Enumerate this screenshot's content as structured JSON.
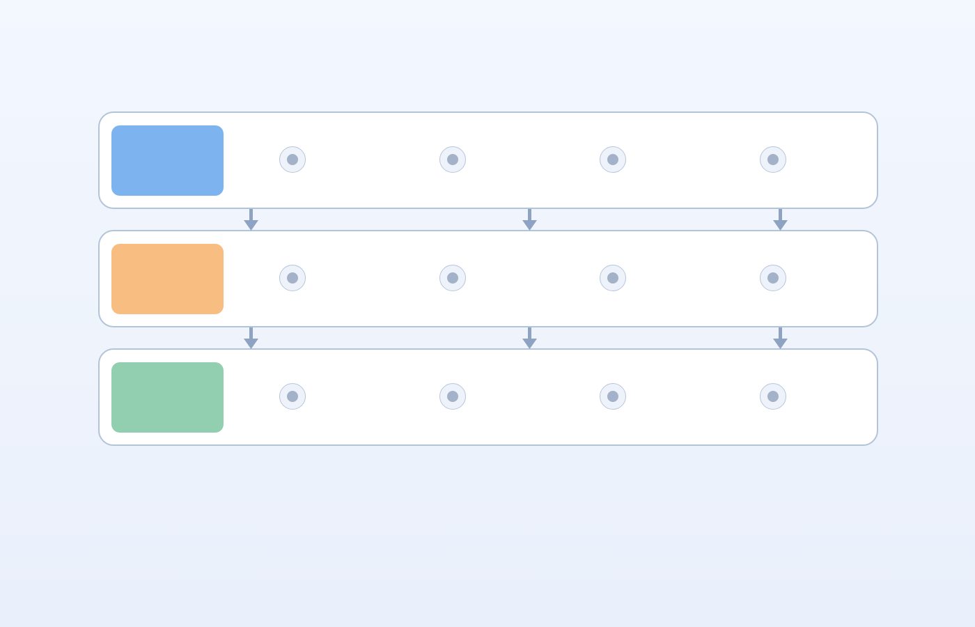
{
  "lanes": [
    {
      "id": "lane-1",
      "label": "",
      "color": "#7db4ef",
      "nodes": 4
    },
    {
      "id": "lane-2",
      "label": "",
      "color": "#f8bd80",
      "nodes": 4
    },
    {
      "id": "lane-3",
      "label": "",
      "color": "#92cfb0",
      "nodes": 4
    }
  ],
  "connectors": {
    "color": "#8ea2c2",
    "count_between_lanes": 3
  },
  "colors": {
    "lane_border": "#b3c3d8",
    "node_fill": "#eef2fa",
    "node_dot": "#a3b2c8"
  }
}
